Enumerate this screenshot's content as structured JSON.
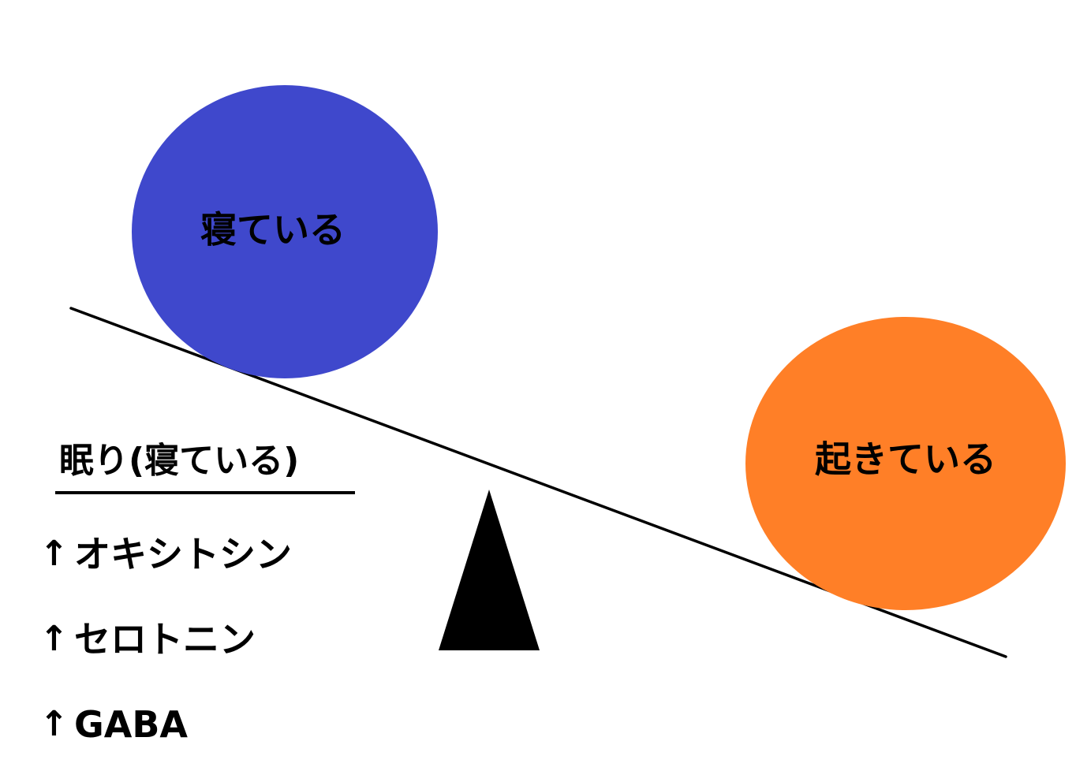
{
  "balance": {
    "heavy_side": {
      "label": "寝ている",
      "color": "#3f48cc"
    },
    "light_side": {
      "label": "起きている",
      "color": "#ff7f27"
    },
    "fulcrum_color": "#000000",
    "beam_color": "#000000"
  },
  "sleep_panel": {
    "heading": "眠り(寝ている)",
    "factors": [
      {
        "arrow": "↑",
        "name": "オキシトシン"
      },
      {
        "arrow": "↑",
        "name": "セロトニン"
      },
      {
        "arrow": "↑",
        "name": "GABA"
      }
    ]
  }
}
